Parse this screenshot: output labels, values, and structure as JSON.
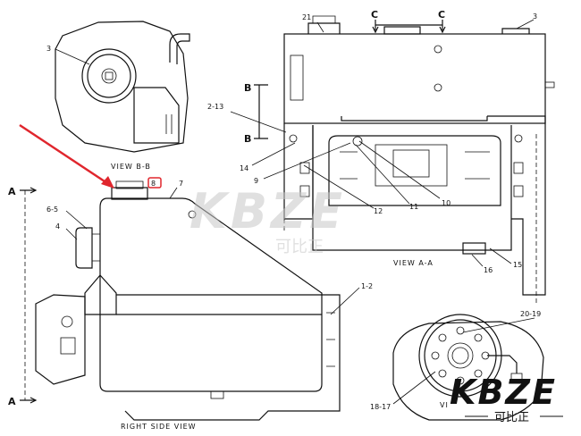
{
  "captions": {
    "view_bb": "VIEW B-B",
    "view_aa": "VIEW A-A",
    "right_side": "RIGHT SIDE VIEW"
  },
  "callouts": {
    "c3_top": "3",
    "c3_right": "3",
    "c21": "21",
    "c2_13": "2-13",
    "c14": "14",
    "c9": "9",
    "c12": "12",
    "c11": "11",
    "c10": "10",
    "c15": "15",
    "c16": "16",
    "c1_2": "1-2",
    "c20_19": "20-19",
    "c18_17": "18-17",
    "c7": "7",
    "c6_5": "6-5",
    "c4": "4",
    "c8": "8"
  },
  "section_marks": {
    "a_top": "A",
    "a_bottom": "A",
    "b_top": "B",
    "b_bottom": "B",
    "c_left": "C",
    "c_right": "C"
  },
  "watermark": {
    "center_brand": "KBZE",
    "center_sub": "可比正",
    "corner_brand": "KBZE",
    "corner_sub": "可比正"
  },
  "colors": {
    "line": "#111111",
    "highlight": "#e0262d",
    "watermark": "#c8c8c8",
    "logo": "#111111"
  }
}
